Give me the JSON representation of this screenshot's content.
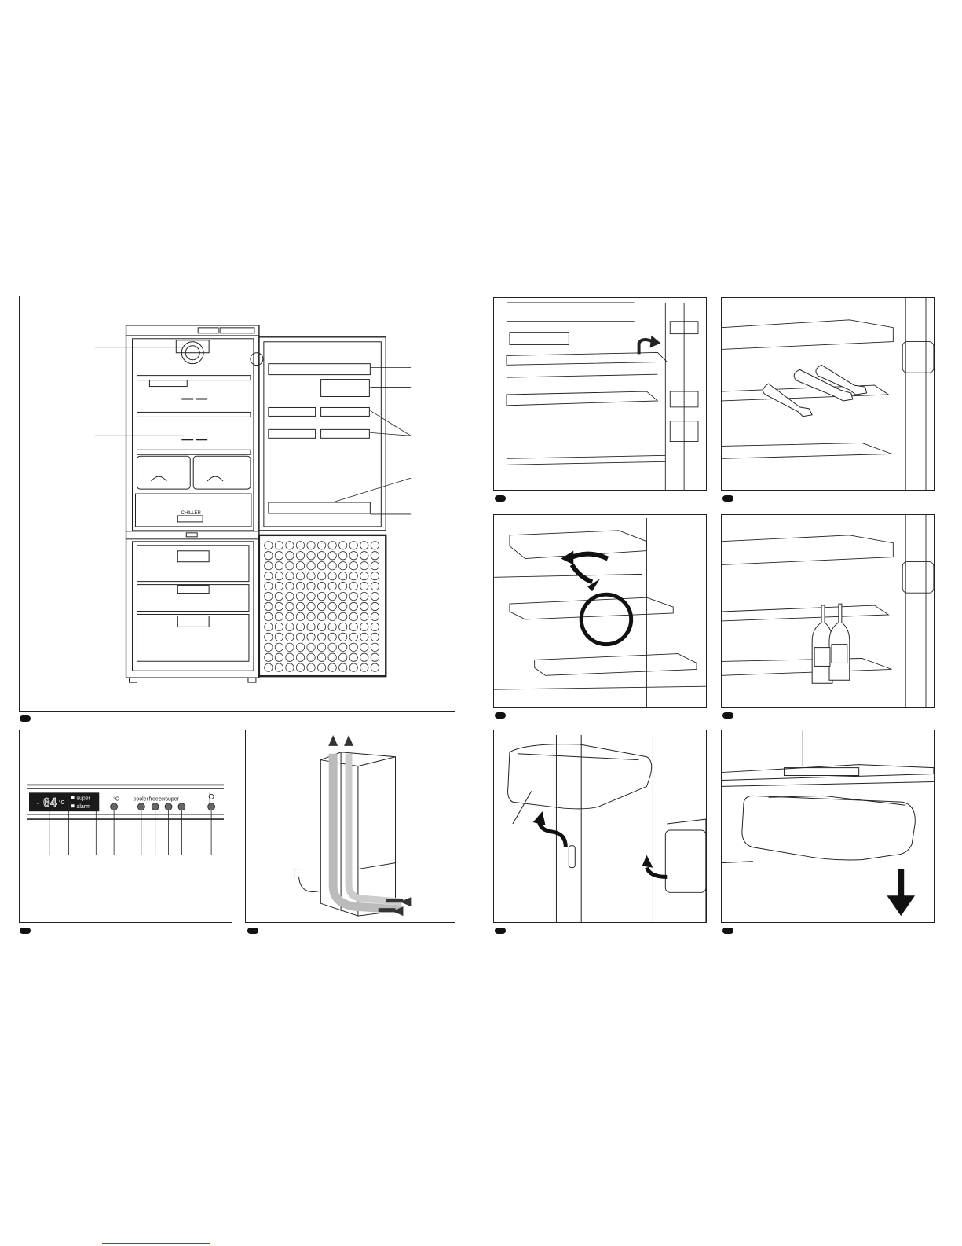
{
  "figures": {
    "fig1": {
      "label": "CHILLER"
    },
    "fig2": {
      "display_value": "04",
      "display_minus": "-",
      "display_unit": "°C",
      "indicators": [
        "super",
        "alarm"
      ],
      "button_labels": [
        "°C",
        "cooler",
        "freezer",
        "super"
      ]
    }
  },
  "colors": {
    "line": "#222222",
    "accent_link": "#3a3af0",
    "background": "#ffffff"
  },
  "icons": [
    "figure-tag-icon",
    "arrow-icon",
    "power-icon",
    "plug-icon",
    "bottle-icon"
  ]
}
